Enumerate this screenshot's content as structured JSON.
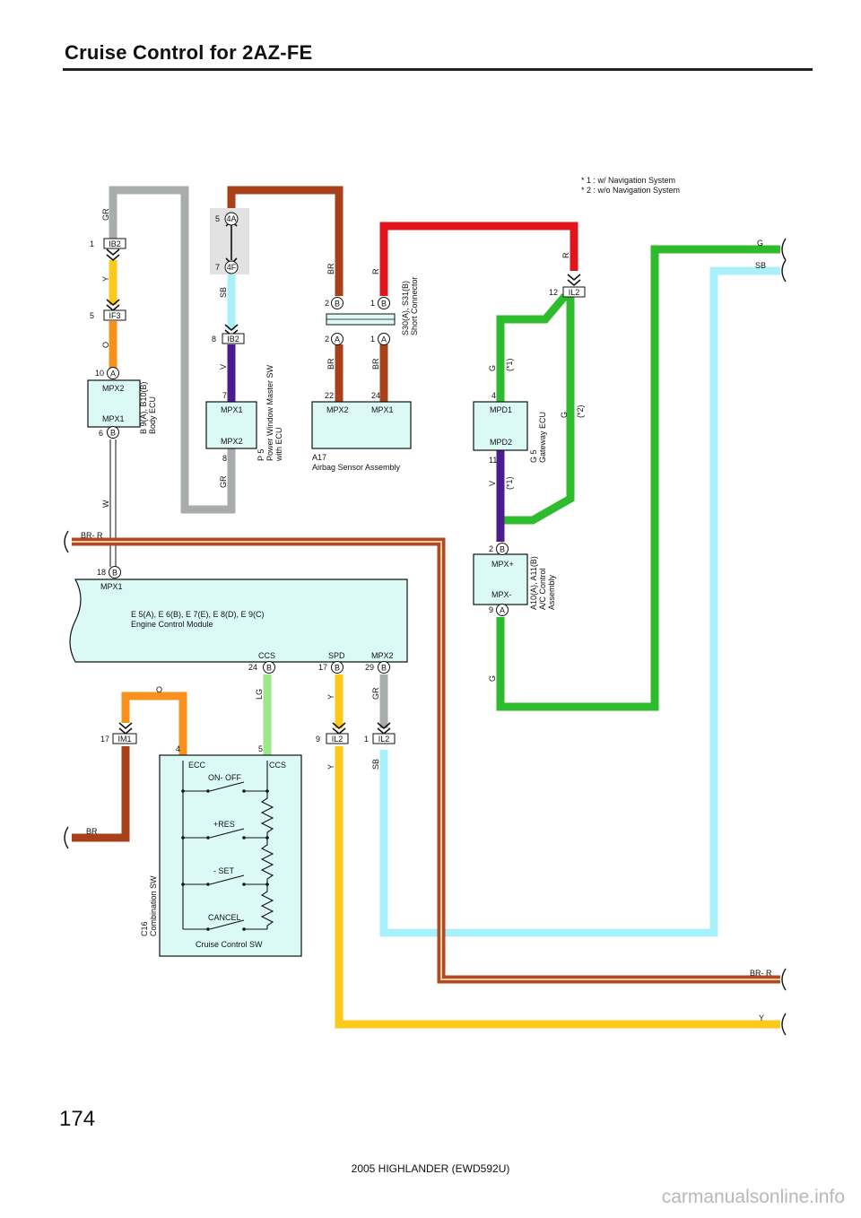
{
  "page": {
    "title": "Cruise Control for 2AZ-FE",
    "page_number": "174",
    "footer": "2005 HIGHLANDER (EWD592U)",
    "watermark": "carmanualsonline.info"
  },
  "notes": [
    "* 1 : w/ Navigation System",
    "* 2 : w/o Navigation System"
  ],
  "colors": {
    "GR": "#a8acac",
    "Y": "#fcc81a",
    "O": "#f8901c",
    "W": "#ffffff",
    "BR": "#a8401a",
    "SB": "#aaf0fa",
    "V": "#4a1c8e",
    "R": "#e0141c",
    "G": "#2ebc2e",
    "LG": "#9ce888",
    "BR-R": "#b04a20",
    "box_fill": "#dcfaf5"
  },
  "components": {
    "body_ecu": {
      "id_line": "B 9(A), B10(B)",
      "name": "Body ECU",
      "pin_top": "MPX2",
      "pin_bottom": "MPX1"
    },
    "power_window": {
      "id_line": "P 5",
      "name": "Power Window Master SW",
      "name2": "with ECU",
      "pin_top": "MPX1",
      "pin_bottom": "MPX2"
    },
    "airbag": {
      "id_line": "A17",
      "name": "Airbag Sensor Assembly",
      "pin_left": "MPX2",
      "pin_right": "MPX1"
    },
    "short_connector": {
      "id_line": "S30(A), S31(B)",
      "name": "Short Connector"
    },
    "gateway": {
      "id_line": "G 5",
      "name": "Gateway ECU",
      "pin_top": "MPD1",
      "pin_bottom": "MPD2"
    },
    "ac_control": {
      "id_line": "A10(A), A11(B)",
      "name": "A/C Control",
      "name2": "Assembly",
      "pin_top": "MPX+",
      "pin_bottom": "MPX-"
    },
    "ecm": {
      "id_line": "E 5(A), E 6(B), E 7(E), E 8(D), E 9(C)",
      "name": "Engine Control Module",
      "pin_mpx1": "MPX1",
      "pin_ccs": "CCS",
      "pin_spd": "SPD",
      "pin_mpx2": "MPX2"
    },
    "combination_sw": {
      "id_line": "C16",
      "name": "Combination SW",
      "sub": "Cruise Control SW",
      "ecc": "ECC",
      "ccs": "CCS",
      "switches": [
        "ON- OFF",
        "+RES",
        "- SET",
        "CANCEL"
      ]
    }
  },
  "connectors": {
    "ib2_top": "IB2",
    "if3": "IF3",
    "c4a": "4A",
    "c4f": "4F",
    "ib2_pw": "IB2",
    "il2_r": "IL2",
    "im1": "IM1",
    "il2_y": "IL2",
    "il2_gr": "IL2",
    "A": "A",
    "B": "B"
  },
  "pins": {
    "p1": "1",
    "p2": "2",
    "p4": "4",
    "p5": "5",
    "p6": "6",
    "p7": "7",
    "p8": "8",
    "p9": "9",
    "p10": "10",
    "p11": "11",
    "p12": "12",
    "p17": "17",
    "p18": "18",
    "p22": "22",
    "p24": "24",
    "p29": "29"
  },
  "wire_labels": {
    "GR": "GR",
    "Y": "Y",
    "O": "O",
    "W": "W",
    "SB": "SB",
    "V": "V",
    "BR": "BR",
    "R": "R",
    "G": "G",
    "LG": "LG",
    "BR_R": "BR- R",
    "star1": "(*1)",
    "star2": "(*2)"
  }
}
